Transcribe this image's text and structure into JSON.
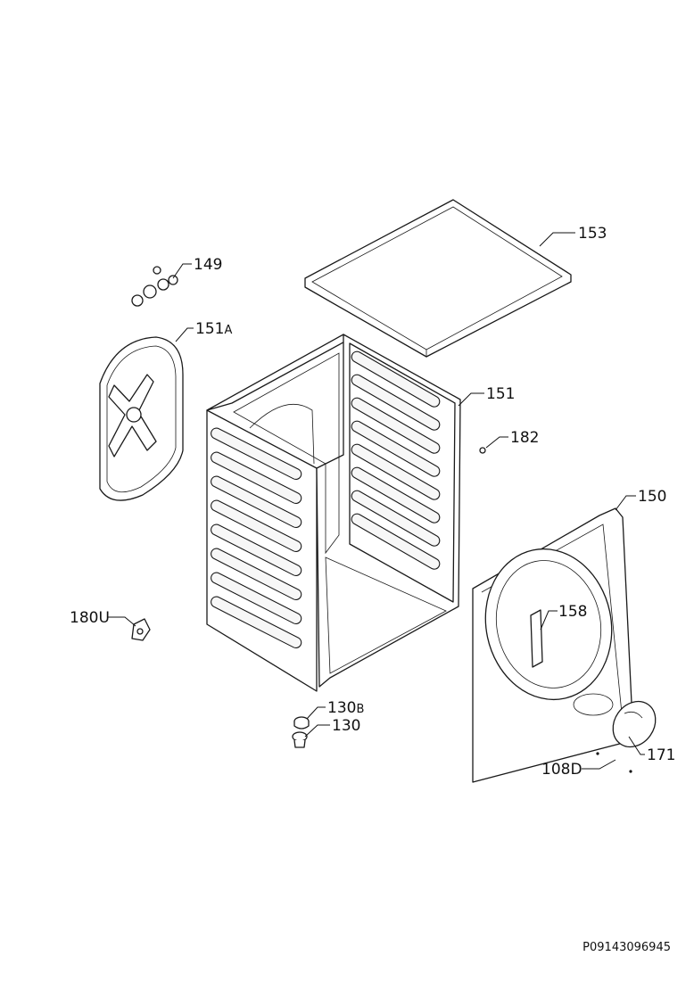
{
  "labels": {
    "l153": "153",
    "l149": "149",
    "l151A": "151",
    "l151A_suffix": "A",
    "l151": "151",
    "l182": "182",
    "l150": "150",
    "l158": "158",
    "l180U": "180U",
    "l130B": "130",
    "l130B_suffix": "B",
    "l130": "130",
    "l171": "171",
    "l108D": "108D"
  },
  "reference_code": "P09143096945"
}
